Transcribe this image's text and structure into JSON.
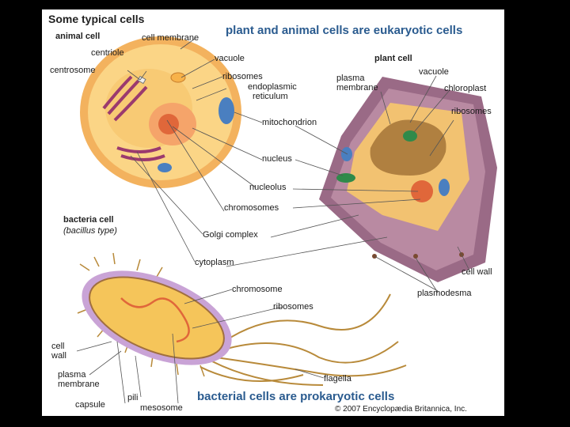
{
  "title": "Some typical cells",
  "eukaryotic_caption": "plant and animal cells are eukaryotic cells",
  "prokaryotic_caption": "bacterial cells are prokaryotic cells",
  "copyright": "© 2007 Encyclopædia Britannica, Inc.",
  "animal": {
    "heading": "animal cell",
    "labels": {
      "centriole": "centriole",
      "centrosome": "centrosome",
      "cell_membrane": "cell membrane",
      "vacuole": "vacuole",
      "ribosomes": "ribosomes",
      "er_line1": "endoplasmic",
      "er_line2": "reticulum",
      "mitochondrion": "mitochondrion",
      "nucleus": "nucleus",
      "nucleolus": "nucleolus",
      "chromosomes": "chromosomes",
      "golgi": "Golgi complex",
      "cytoplasm": "cytoplasm"
    }
  },
  "plant": {
    "heading": "plant cell",
    "labels": {
      "plasma_line1": "plasma",
      "plasma_line2": "membrane",
      "vacuole": "vacuole",
      "chloroplast": "chloroplast",
      "ribosomes": "ribosomes",
      "cell_wall": "cell wall",
      "plasmodesma": "plasmodesma"
    }
  },
  "bacteria": {
    "heading": "bacteria cell",
    "subheading": "(bacillus type)",
    "labels": {
      "chromosome": "chromosome",
      "ribosomes": "ribosomes",
      "cell_wall_line1": "cell",
      "cell_wall_line2": "wall",
      "plasma_line1": "plasma",
      "plasma_line2": "membrane",
      "capsule": "capsule",
      "pili": "pili",
      "mesosome": "mesosome",
      "flagella": "flagella"
    }
  },
  "colors": {
    "caption_blue": "#2a5b8f",
    "animal_membrane": "#f2a64a",
    "animal_cytoplasm": "#fbd586",
    "golgi": "#9b3a6e",
    "mitochondrion": "#4a7fc0",
    "nucleus": "#e0673a",
    "plant_wall": "#9a6a86",
    "chloroplast": "#2f8a4a",
    "bacteria_capsule": "#c9a3d6",
    "bacteria_cytoplasm": "#f5c55a",
    "flagella": "#b88a3a"
  }
}
